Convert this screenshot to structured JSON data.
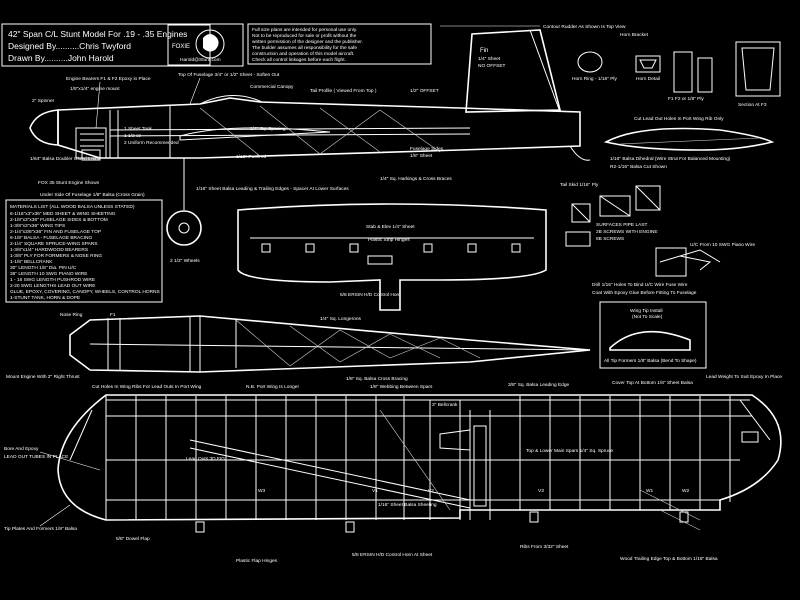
{
  "title": {
    "line1": "42\" Span C/L Stunt Model For .19 - .35 Engines",
    "line2": "Designed By..........Chris Twyford",
    "line3": "Drawn By..........John Harold",
    "credit": "Harold@Stunt.com"
  },
  "badge": {
    "name": "FOXIE"
  },
  "notes_box": {
    "lines": [
      "Full size plans are intended for personal use only.",
      "Not to be reproduced for sale or profit without the",
      "written permission of the designer and the publisher.",
      "The builder assumes all responsibility for the safe",
      "construction and operation of this model aircraft.",
      "Check all control linkages before each flight."
    ]
  },
  "labels": {
    "spinner": "2\" Spinner",
    "engine_bearers": "Engine Bearers F1 & F2 Epoxy in Place",
    "engine_mount": "1/8\"x1/4\" engine mount",
    "top_of_fuselage": "Top Of Fuselage 3/4\" or 1/2\" Sheet - Soften Out",
    "commercial_canopy": "Commercial Canopy",
    "tail_profile": "Tail Profile ( Viewed From Top )",
    "rudder_offset": "1/2\" OFFSET",
    "fin": "Fin",
    "fin_sheet": "1/4\" Sheet",
    "fin_offset": "NO OFFSET",
    "rudder_note": "Contour Rudder As Shown Is Top View",
    "horn_bracket": "Horn Bracket",
    "sheet_tank": "1 Sheet Tank",
    "tank_size": "1 1/2 oz",
    "tank_note": "2 Uniform Recommended",
    "ply_doubler": "1/64\" Balsa Doubler Glued Inside",
    "engine_shown": "FOX 35 Stunt Engine Shown",
    "spacing": "1/4\" Sq. Spacing",
    "pushrod": "1/16\" Pushrod",
    "fuselage_sides": "Fuselage Sides",
    "sides_sheet": "1/8\" Sheet",
    "stab_bellcrank": "1/4\" Sq. Harkings & Cross Braces",
    "under_side": "Under Side Of Fuselage 1/8\" Balsa (Cross Grain)",
    "leading_edges": "1/16\" Sheet Balsa Leading & Trailing Edges - Spacer At Lower Surfaces",
    "wheels": "2 1/2\" Wheels",
    "horn_ring": "Horn Ring - 1/16\" Ply",
    "horn_detail": "Horn Detail",
    "horn_sizes": "F1  F2 or 1/8\" Ply",
    "section_a": "Section At F3",
    "outline_note": "Cut Lead Out Holes In Port Wing Rib Only",
    "wire_note": "1/16\" Balsa Dihedral (Wire Strut For Balanced Mounting)",
    "ribs_note": "R2-1/16\" Balsa Cut Shown",
    "tail_skid": "Tail Skid 1/16\" Ply",
    "stab_elev": "Stab & Elev 1/4\" Sheet",
    "plastic_hinges": "Plastic Strip Hinges",
    "horn_elev": "5/8 ERSIN H/D Control Horn",
    "hardwood": "SURFACES PIPE LAST",
    "hardwood2": "2B SCREWS WITH ENGINE",
    "hardwood3": "8B SCREWS",
    "from_pipe": "U/C From 10 SWG Piano Wire",
    "drill_note": "Drill 1/16\" Holes To Bind U/C Wire Fuse Wire",
    "drill_note2": "Coat With Epoxy Glue Before Fitting To Fuselage",
    "wing_tip": "Wing Tip Install",
    "wing_tip2": "(Not To Scale)",
    "tip_formers": "All Tip Formers 1/8\" Balsa (Bend To Shape)",
    "mount_engine": "Mount Engine With 2\" Right Thrust",
    "sq_longerons": "1/4\" Sq. Longerons",
    "balsa_sq": "1/8\" Sq. Balsa Cross Bracing",
    "nose_ring": "Nose Ring",
    "f1": "F1",
    "hole_note": "Cut Holes In Wing Ribs For Lead Outs In Port Wing",
    "port_wing": "N.B. Port Wing Is Longer",
    "webbing": "1/8\" Webbing Between Spars",
    "sq_balsa_le": "3/8\" Sq. Balsa Leading Edge",
    "cover_top": "Cover Top At Bottom 1/8\" Sheet Balsa",
    "lead_weight": "Lead Weight To Suit Epoxy In Place",
    "bell_crank": "3\" Bellcrank",
    "lead_outs": "Lead Outs 3D FIG",
    "top_lower": "Top & Lower Main Spars 1/4\" Sq. Spruce",
    "dowel": "Bore And Epoxy",
    "dowel2": "LEAD OUT TUBES IN PLACE",
    "tip_plates": "Tip Plates And Formers 1/8\" Balsa",
    "flap_horn": "5/8\" Dowel Flap",
    "flap_hinges": "Plastic Flap Hinges",
    "elev_horn": "5/8 ERSIN H/D Control Horn At Sheet",
    "ribs_from": "Ribs From 3/32\" Sheet",
    "trailing_edge": "Wood Trailing Edge Top & Bottom 1/16\" Balsa",
    "leadout_guide": "1/16\" Sheet Balsa Sheeting",
    "rib_v1": "V1",
    "rib_v2": "V2",
    "rib_v3": "V3",
    "rib_w1": "W1",
    "rib_w2": "W2",
    "rib_w3": "W3"
  },
  "materials": {
    "heading": "MATERIALS LIST (ALL WOOD BALSA UNLESS STATED)",
    "items": [
      "6-1/16\"x3\"x36\" MED SHEET & WING SHEETING",
      "2-1/8\"x3\"x36\" FUSELAGE SIDES & BOTTOM",
      "1-3/8\"x3\"x36\" WING TIPS",
      "2-1/4\"x3/8\"x36\" FIN AND FUSELAGE TOP",
      "6-1/8\" BALSA - FUSELAGE BRACING",
      "2-1/4\" SQUARE SPRUCE-WING SPARS",
      "1-3/8\"x1/4\" HARDWOOD BEARERS",
      "1-3/8\" PLY FOR FORMERS & NOSE RING",
      "1-1/8\" BELLCRANK",
      "30\" LENGTH 1/8\" Dia. PIN U/C",
      "36\" LENGTH 10 SWG PIANO WIRE",
      "1 - 16 SWG LENGTH PUSHROD WIRE",
      "2-20 SWG LENGTHS LEAD OUT WIRE",
      "GLUE, EPOXY, COVERING, CANOPY, WHEELS, CONTROL HORNS",
      "1-STUNT TANK, HORN & DOPE"
    ]
  }
}
